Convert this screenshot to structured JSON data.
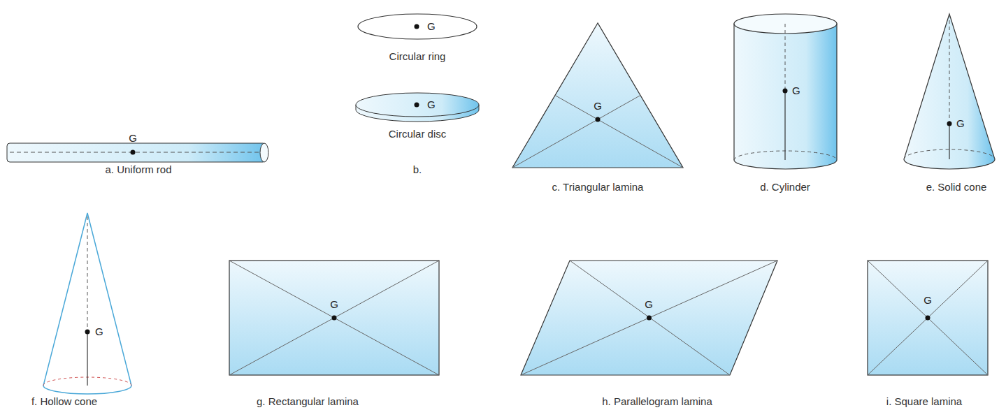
{
  "diagram": {
    "labels": [
      "G",
      "a. Uniform rod",
      "G",
      "Circular ring",
      "G",
      "Circular disc",
      "b.",
      "G",
      "c. Triangular lamina",
      "G",
      "d. Cylinder",
      "G",
      "e. Solid cone",
      "G",
      "f. Hollow cone",
      "G",
      "g. Rectangular lamina",
      "G",
      "h. Parallelogram lamina",
      "G",
      "i. Square lamina"
    ]
  }
}
